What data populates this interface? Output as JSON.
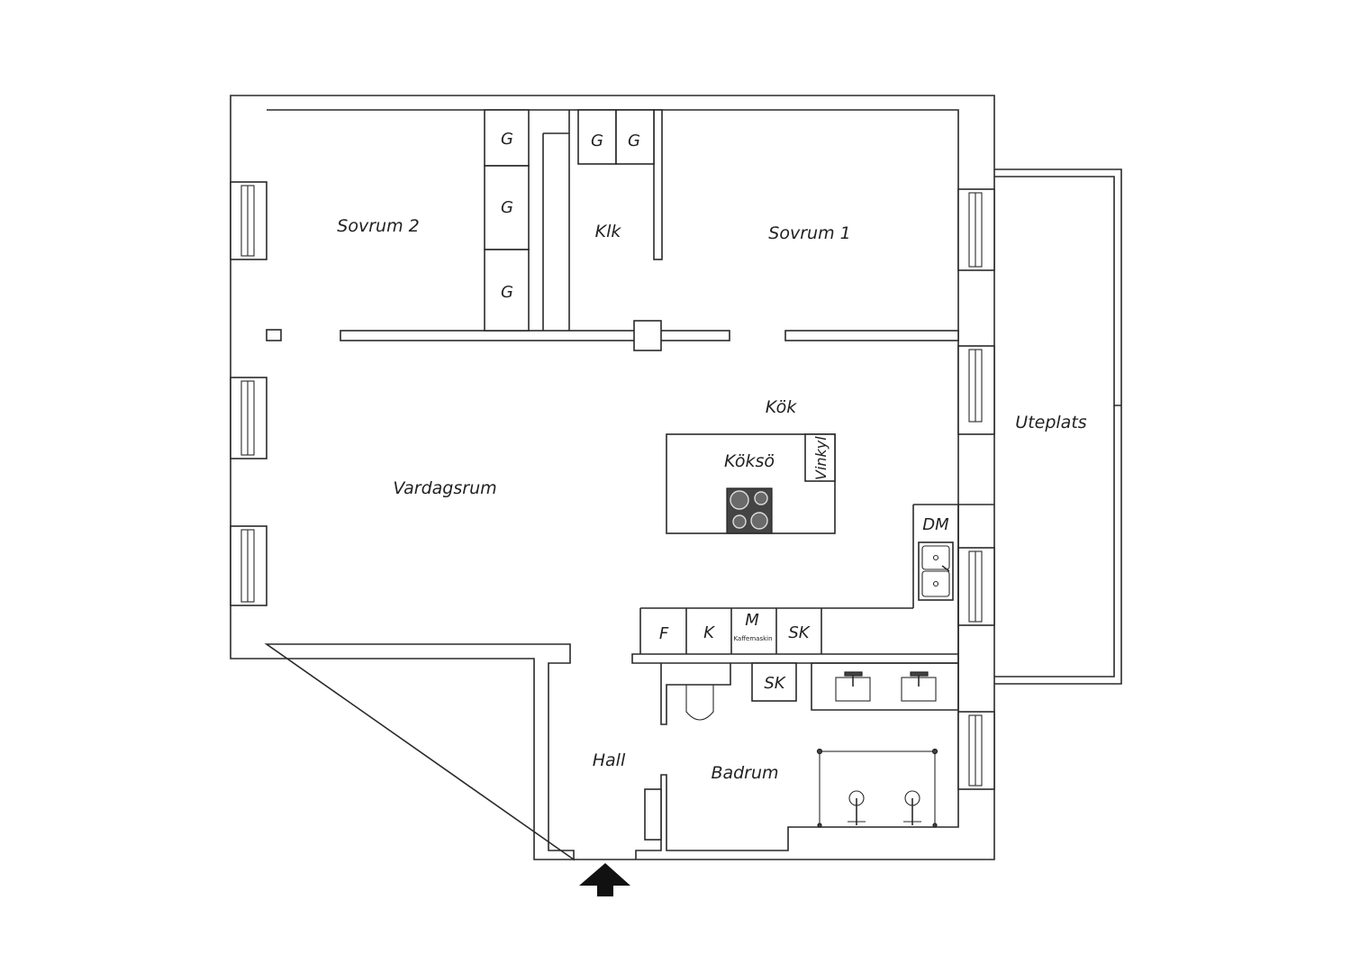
{
  "rooms": {
    "sovrum2": "Sovrum 2",
    "sovrum1": "Sovrum 1",
    "klk": "Klk",
    "kok": "Kök",
    "koksoe": "Köksö",
    "vinkyl": "Vinkyl",
    "vardagsrum": "Vardagsrum",
    "uteplats": "Uteplats",
    "hall": "Hall",
    "badrum": "Badrum"
  },
  "wardrobes": {
    "g1": "G",
    "g2": "G",
    "g3": "G",
    "g4": "G",
    "g5": "G"
  },
  "appliances": {
    "dm": "DM",
    "f": "F",
    "k": "K",
    "m": "M",
    "kaffemaskin": "Kaffemaskin",
    "sk_kitchen": "SK",
    "sk_bath": "SK"
  },
  "icons": {
    "entrance": "entrance-arrow-icon",
    "stove": "stove-icon",
    "sink": "double-sink-icon",
    "toilet": "toilet-icon",
    "shower": "shower-icon"
  }
}
